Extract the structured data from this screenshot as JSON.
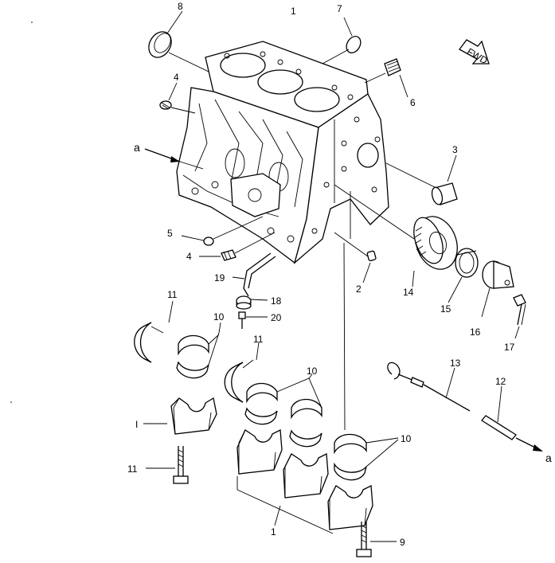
{
  "labels": {
    "p1": "1",
    "p2": "2",
    "p3": "3",
    "p4": "4",
    "p5": "5",
    "p6": "6",
    "p7": "7",
    "p8": "8",
    "p9": "9",
    "p10": "10",
    "p11": "11",
    "p12": "12",
    "p13": "13",
    "p14": "14",
    "p15": "15",
    "p16": "16",
    "p17": "17",
    "p18": "18",
    "p19": "19",
    "p20": "20",
    "i": "I",
    "a": "a"
  },
  "fwd": "FWD"
}
